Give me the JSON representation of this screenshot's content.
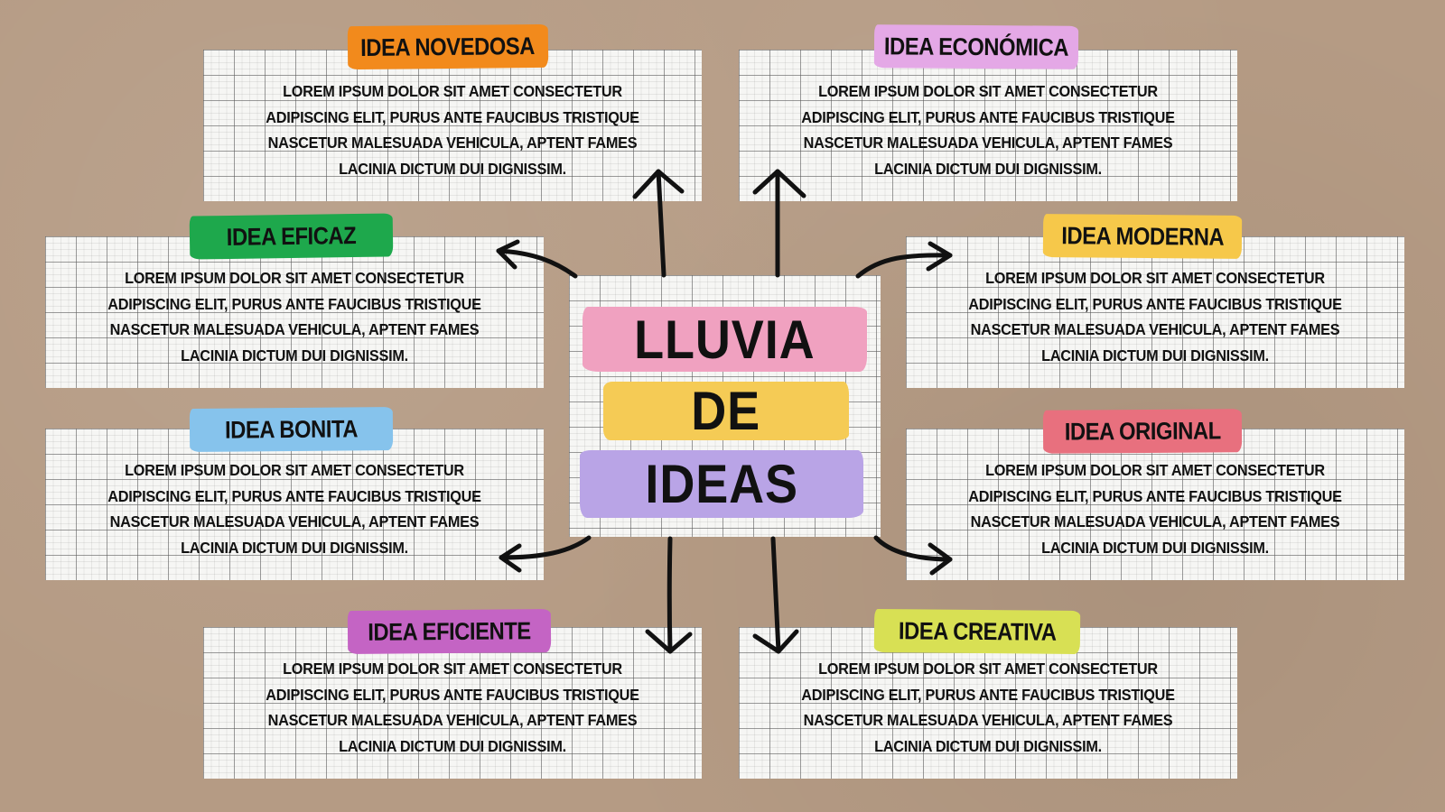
{
  "title": {
    "line1": "LLUVIA",
    "line2": "DE",
    "line3": "IDEAS"
  },
  "colors": {
    "background": "#b59b84",
    "paper": "#f6f6f4",
    "title_line1": "#f0a1c0",
    "title_line2": "#f5cb55",
    "title_line3": "#b9a4e6"
  },
  "ideas": [
    {
      "id": "novedosa",
      "label": "IDEA NOVEDOSA",
      "color": "#f28a1c",
      "text": "LOREM IPSUM DOLOR SIT AMET CONSECTETUR ADIPISCING ELIT, PURUS ANTE FAUCIBUS TRISTIQUE NASCETUR MALESUADA VEHICULA, APTENT FAMES LACINIA DICTUM DUI DIGNISSIM."
    },
    {
      "id": "economica",
      "label": "IDEA ECONÓMICA",
      "color": "#e4a8e6",
      "text": "LOREM IPSUM DOLOR SIT AMET CONSECTETUR ADIPISCING ELIT, PURUS ANTE FAUCIBUS TRISTIQUE NASCETUR MALESUADA VEHICULA, APTENT FAMES LACINIA DICTUM DUI DIGNISSIM."
    },
    {
      "id": "eficaz",
      "label": "IDEA EFICAZ",
      "color": "#1ea84c",
      "text": "LOREM IPSUM DOLOR SIT AMET CONSECTETUR ADIPISCING ELIT, PURUS ANTE FAUCIBUS TRISTIQUE NASCETUR MALESUADA VEHICULA, APTENT FAMES LACINIA DICTUM DUI DIGNISSIM."
    },
    {
      "id": "moderna",
      "label": "IDEA MODERNA",
      "color": "#f6c84a",
      "text": "LOREM IPSUM DOLOR SIT AMET CONSECTETUR ADIPISCING ELIT, PURUS ANTE FAUCIBUS TRISTIQUE NASCETUR MALESUADA VEHICULA, APTENT FAMES LACINIA DICTUM DUI DIGNISSIM."
    },
    {
      "id": "bonita",
      "label": "IDEA BONITA",
      "color": "#86c3ec",
      "text": "LOREM IPSUM DOLOR SIT AMET CONSECTETUR ADIPISCING ELIT, PURUS ANTE FAUCIBUS TRISTIQUE NASCETUR MALESUADA VEHICULA, APTENT FAMES LACINIA DICTUM DUI DIGNISSIM."
    },
    {
      "id": "original",
      "label": "IDEA ORIGINAL",
      "color": "#e8707e",
      "text": "LOREM IPSUM DOLOR SIT AMET CONSECTETUR ADIPISCING ELIT, PURUS ANTE FAUCIBUS TRISTIQUE NASCETUR MALESUADA VEHICULA, APTENT FAMES LACINIA DICTUM DUI DIGNISSIM."
    },
    {
      "id": "eficiente",
      "label": "IDEA EFICIENTE",
      "color": "#c464c4",
      "text": "LOREM IPSUM DOLOR SIT AMET CONSECTETUR ADIPISCING ELIT, PURUS ANTE FAUCIBUS TRISTIQUE NASCETUR MALESUADA VEHICULA, APTENT FAMES LACINIA DICTUM DUI DIGNISSIM."
    },
    {
      "id": "creativa",
      "label": "IDEA CREATIVA",
      "color": "#d8e054",
      "text": "LOREM IPSUM DOLOR SIT AMET CONSECTETUR ADIPISCING ELIT, PURUS ANTE FAUCIBUS TRISTIQUE NASCETUR MALESUADA VEHICULA, APTENT FAMES LACINIA DICTUM DUI DIGNISSIM."
    }
  ],
  "arrows": [
    "arrow-up-to-novedosa",
    "arrow-up-to-economica",
    "arrow-left-to-eficaz",
    "arrow-right-to-moderna",
    "arrow-left-to-bonita",
    "arrow-right-to-original",
    "arrow-down-to-eficiente",
    "arrow-down-to-creativa"
  ]
}
